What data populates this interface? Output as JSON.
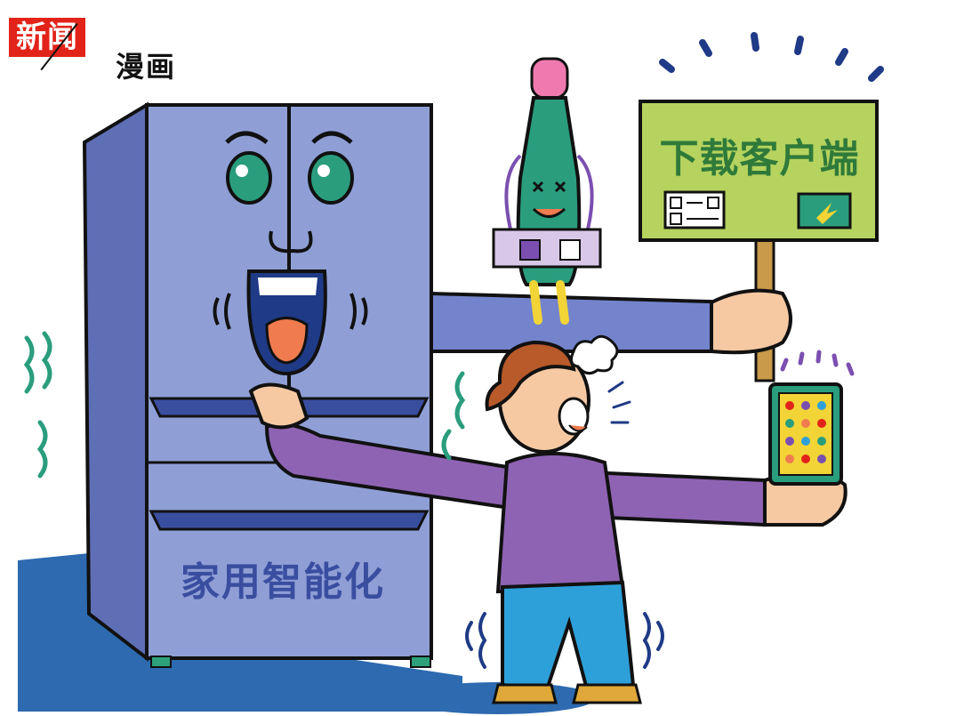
{
  "brand": {
    "red_text": "新闻",
    "black_text": "漫画"
  },
  "illustration": {
    "fridge_label": "家用智能化",
    "sign_label": "下载客户端"
  },
  "colors": {
    "brand_red": "#e2231a",
    "fridge_body": "#8f9fd6",
    "fridge_side": "#5f6fb6",
    "sign_board": "#b5d35e",
    "sweater": "#8e63b3",
    "jeans": "#2ea0d9",
    "floor_shadow": "#2d6ab0"
  }
}
